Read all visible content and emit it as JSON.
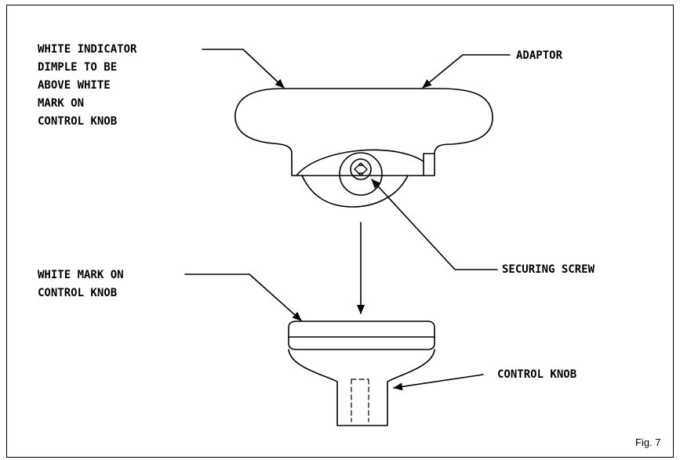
{
  "labels": {
    "indicator": [
      "WHITE INDICATOR",
      "DIMPLE TO BE",
      "ABOVE WHITE",
      "MARK ON",
      "CONTROL KNOB"
    ],
    "adaptor": "ADAPTOR",
    "securing_screw": "SECURING SCREW",
    "white_mark": [
      "WHITE MARK ON",
      "CONTROL KNOB"
    ],
    "control_knob": "CONTROL KNOB"
  },
  "figure": "Fig. 7"
}
